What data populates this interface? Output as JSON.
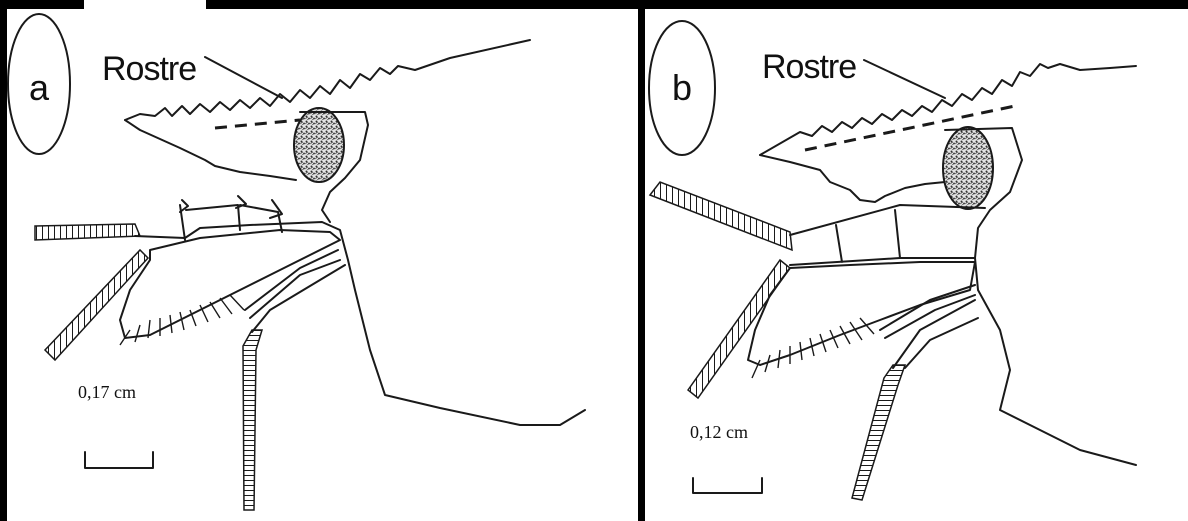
{
  "panels": [
    {
      "id": "a",
      "label": "a",
      "rostre_label": "Rostre",
      "scale_text": "0,17 cm"
    },
    {
      "id": "b",
      "label": "b",
      "rostre_label": "Rostre",
      "scale_text": "0,12 cm"
    }
  ],
  "colors": {
    "ink": "#1a1a1a",
    "border": "#000000",
    "background": "#ffffff"
  }
}
